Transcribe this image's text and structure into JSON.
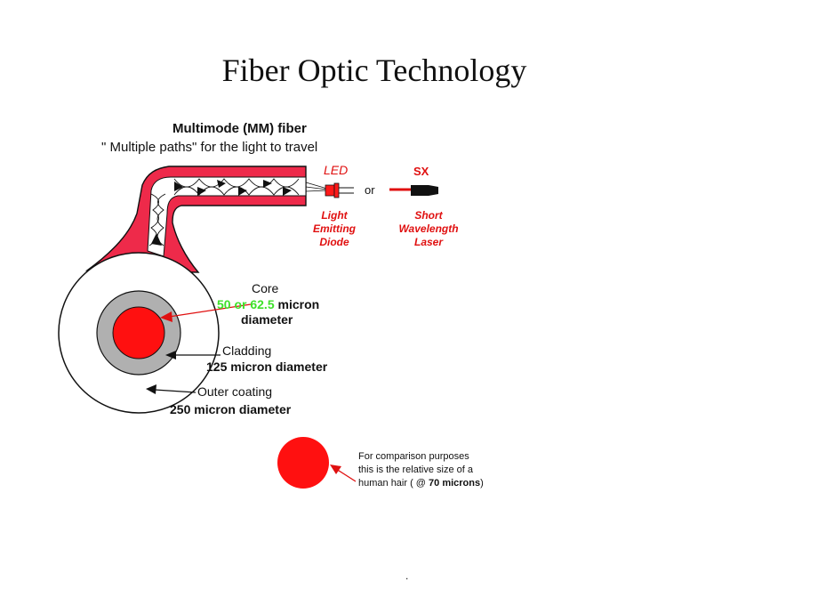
{
  "title": "Fiber Optic Technology",
  "fiber": {
    "heading": "Multimode (MM) fiber",
    "subheading": "\" Multiple paths\" for the light to travel"
  },
  "sources": {
    "led_label": "LED",
    "or_label": "or",
    "sx_label": "SX",
    "led_desc_1": "Light",
    "led_desc_2": "Emitting",
    "led_desc_3": "Diode",
    "sx_desc_1": "Short",
    "sx_desc_2": "Wavelength",
    "sx_desc_3": "Laser"
  },
  "cross_section": {
    "core_label": "Core",
    "core_size_a": "50 or 62.5",
    "core_size_b": " micron",
    "core_diameter": "diameter",
    "cladding_label": "Cladding",
    "cladding_size": "125 micron diameter",
    "coating_label": "Outer coating",
    "coating_size": "250 micron diameter"
  },
  "comparison": {
    "line1": "For comparison   purposes",
    "line2": "this is the relative size of  a",
    "line3_a": "human hair ( @ ",
    "line3_b": "70 microns",
    "line3_c": ")"
  },
  "footer_dot": ".",
  "colors": {
    "fiber_red": "#ee2a4a",
    "core_red": "#ff1010",
    "cladding_gray": "#b0b0b0",
    "label_red": "#e01010",
    "size_green": "#3ee12a"
  }
}
